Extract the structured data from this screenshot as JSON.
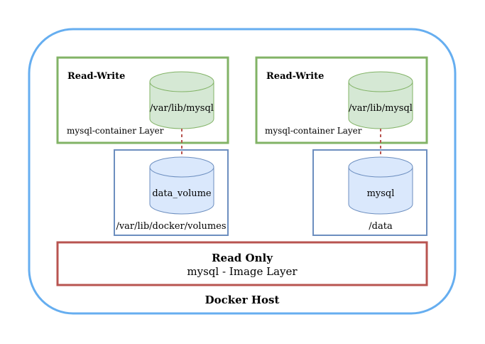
{
  "colors": {
    "host_border": "#66aef0",
    "rw_border": "#82b366",
    "rw_fill": "#d5e8d4",
    "vol_border": "#6c8ebf",
    "vol_fill": "#dae8fc",
    "ro_border": "#b85450",
    "link": "#b85450"
  },
  "host": {
    "label": "Docker Host"
  },
  "image_layer": {
    "title": "Read Only",
    "subtitle": "mysql - Image Layer"
  },
  "containers": [
    {
      "rw_label": "Read-Write",
      "layer_label": "mysql-container Layer",
      "cylinder_label": "/var/lib/mysql",
      "volume_label": "data_volume",
      "volume_path": "/var/lib/docker/volumes"
    },
    {
      "rw_label": "Read-Write",
      "layer_label": "mysql-container Layer",
      "cylinder_label": "/var/lib/mysql",
      "volume_label": "mysql",
      "volume_path": "/data"
    }
  ]
}
